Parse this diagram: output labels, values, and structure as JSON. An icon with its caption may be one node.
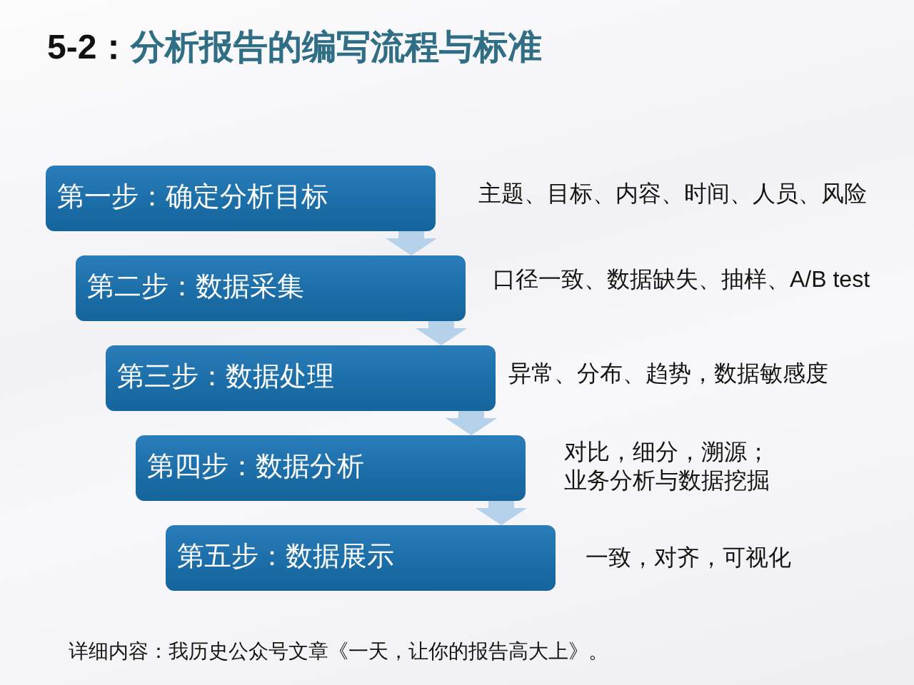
{
  "diagram": {
    "title": "5-2：**分析报告的编写流程与标准**",
    "nodes": [
      {
        "text": [
          "第一步：确定分析目标"
        ],
        "beside": [
          "主题、目标、内容、时间、人员、风险"
        ]
      },
      {
        "text": [
          "第二步：数据采集"
        ],
        "beside": [
          "口径一致、数据缺失、抽样、A/B test"
        ]
      },
      {
        "text": [
          "第三步：数据处理"
        ],
        "beside": [
          "异常、分布、趋势，数据敏感度"
        ]
      },
      {
        "text": [
          "第四步：数据分析"
        ],
        "beside": [
          "对比，细分，溯源；业务分析与数据挖掘"
        ]
      },
      {
        "text": [
          "第五步：数据展示"
        ],
        "beside": [
          "一致，对齐，可视化"
        ]
      }
    ],
    "edges": [
      {
        "from": 0,
        "to": 1,
        "arrow": "to"
      },
      {
        "from": 1,
        "to": 2,
        "arrow": "to"
      },
      {
        "from": 2,
        "to": 3,
        "arrow": "to"
      },
      {
        "from": 3,
        "to": 4,
        "arrow": "to"
      }
    ],
    "labels": [
      "详细内容：我历史公众号文章《一天，让你的报告高大上》。"
    ]
  }
}
